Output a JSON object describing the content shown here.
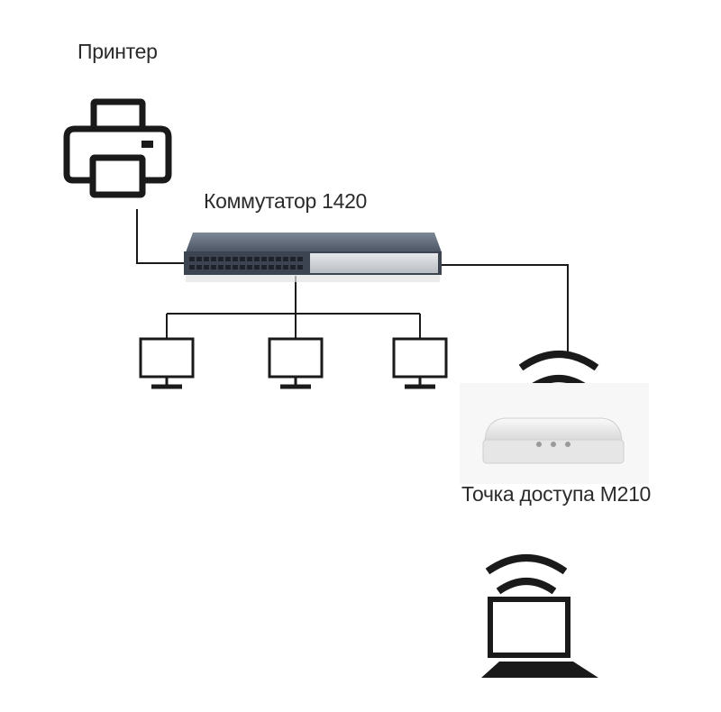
{
  "diagram": {
    "printer": {
      "label": "Принтер",
      "icon": "printer-icon"
    },
    "switch": {
      "label": "Коммутатор 1420",
      "icon": "network-switch-icon"
    },
    "access_point": {
      "label": "Точка доступа M210",
      "icon": "access-point-icon"
    },
    "workstations": [
      {
        "icon": "monitor-icon"
      },
      {
        "icon": "monitor-icon"
      },
      {
        "icon": "monitor-icon"
      }
    ],
    "laptop": {
      "icon": "laptop-icon"
    },
    "wireless": {
      "icon": "wifi-signal-icon"
    },
    "colors": {
      "line": "#1a1a1a",
      "switch_body": "#4a5566",
      "switch_panel": "#d4d7dc",
      "ap_body": "#eeeeee"
    }
  }
}
